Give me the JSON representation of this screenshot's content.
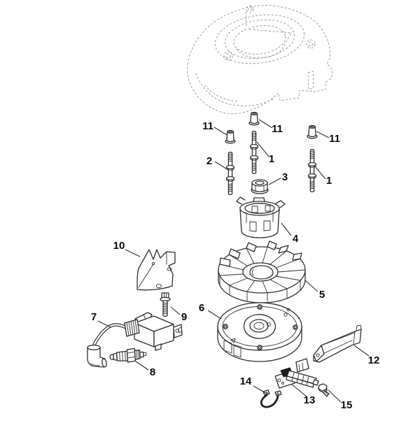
{
  "diagram": {
    "type": "exploded-parts-diagram",
    "background_color": "#ffffff",
    "part_line_color": "#2e2e2e",
    "reference_line_color": "#9a9a9a",
    "label_color": "#0a0a0a",
    "callouts": [
      {
        "label": "11"
      },
      {
        "label": "11"
      },
      {
        "label": "11"
      },
      {
        "label": "1"
      },
      {
        "label": "1"
      },
      {
        "label": "2"
      },
      {
        "label": "3"
      },
      {
        "label": "4"
      },
      {
        "label": "5"
      },
      {
        "label": "6"
      },
      {
        "label": "7"
      },
      {
        "label": "8"
      },
      {
        "label": "9"
      },
      {
        "label": "10"
      },
      {
        "label": "12"
      },
      {
        "label": "13"
      },
      {
        "label": "14"
      },
      {
        "label": "15"
      }
    ]
  }
}
